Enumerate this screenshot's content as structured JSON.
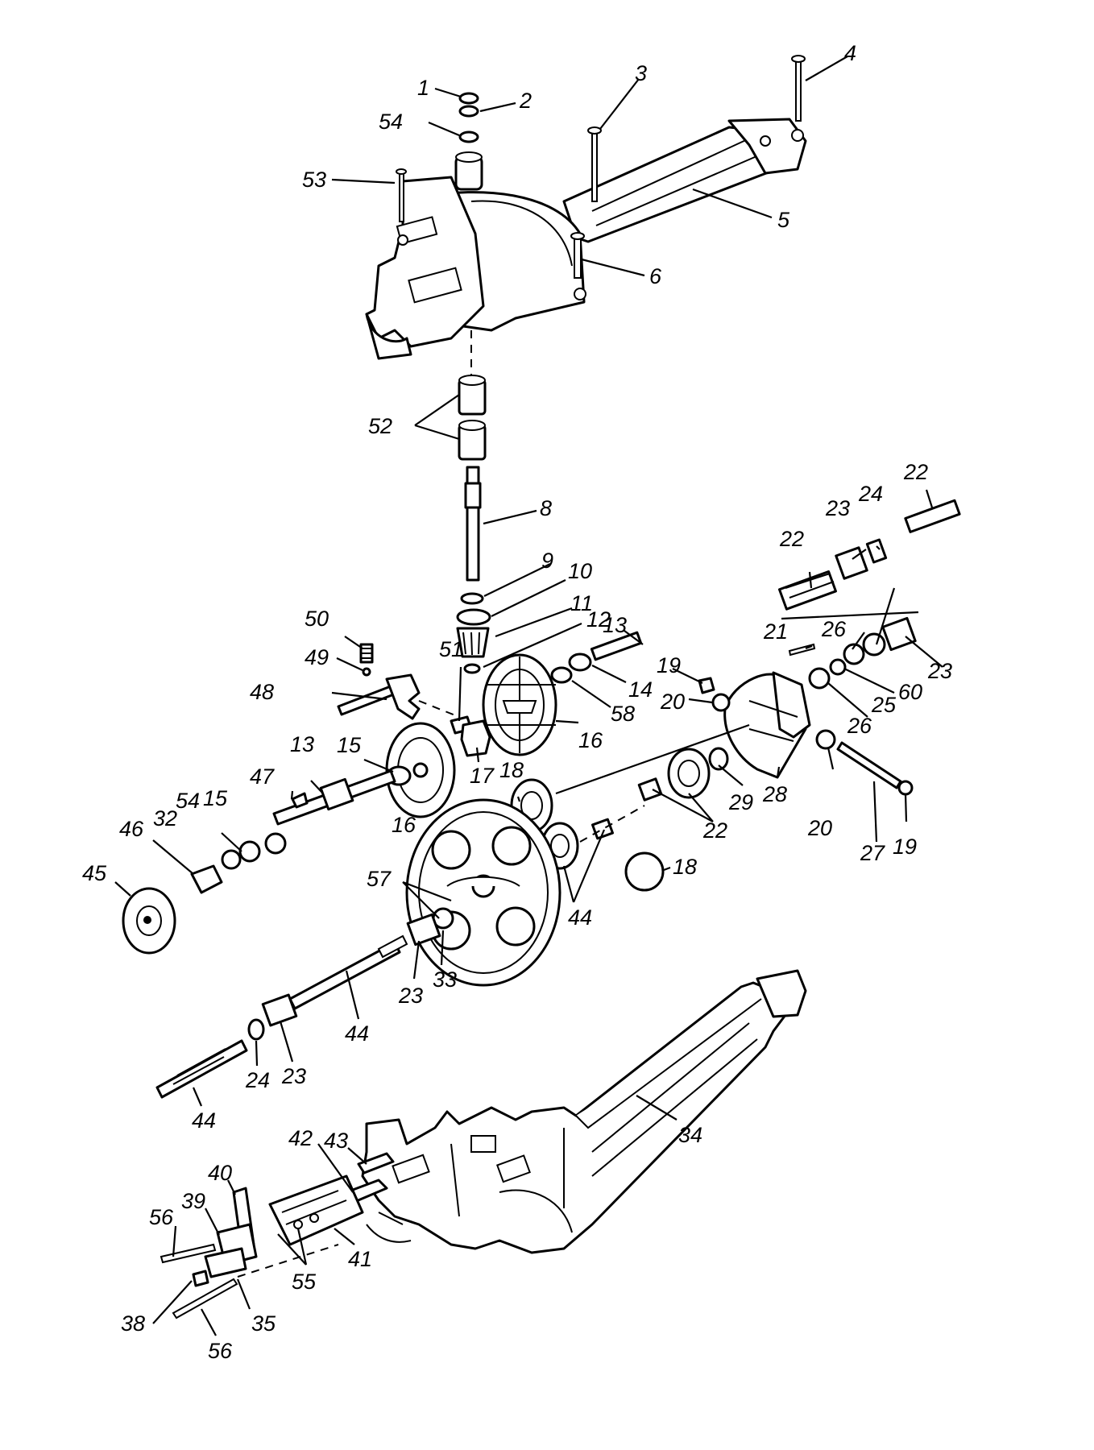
{
  "labels": {
    "l1": "1",
    "l2": "2",
    "l3": "3",
    "l4": "4",
    "l5": "5",
    "l6": "6",
    "l8": "8",
    "l9": "9",
    "l10": "10",
    "l11": "11",
    "l12": "12",
    "l13a": "13",
    "l13b": "13",
    "l14": "14",
    "l15a": "15",
    "l15b": "15",
    "l16a": "16",
    "l16b": "16",
    "l17": "17",
    "l18a": "18",
    "l18b": "18",
    "l19a": "19",
    "l19b": "19",
    "l20a": "20",
    "l20b": "20",
    "l21": "21",
    "l22a": "22",
    "l22b": "22",
    "l22c": "22",
    "l23a": "23",
    "l23b": "23",
    "l23c": "23",
    "l23d": "23",
    "l24a": "24",
    "l24b": "24",
    "l25": "25",
    "l26a": "26",
    "l26b": "26",
    "l27": "27",
    "l28": "28",
    "l29": "29",
    "l32": "32",
    "l33": "33",
    "l34": "34",
    "l35": "35",
    "l38": "38",
    "l39": "39",
    "l40": "40",
    "l41": "41",
    "l42": "42",
    "l43": "43",
    "l44a": "44",
    "l44b": "44",
    "l44c": "44",
    "l45": "45",
    "l46": "46",
    "l47": "47",
    "l48": "48",
    "l49": "49",
    "l50": "50",
    "l51": "51",
    "l52": "52",
    "l53": "53",
    "l54a": "54",
    "l54b": "54",
    "l55": "55",
    "l56a": "56",
    "l56b": "56",
    "l57": "57",
    "l58": "58",
    "l60": "60"
  }
}
